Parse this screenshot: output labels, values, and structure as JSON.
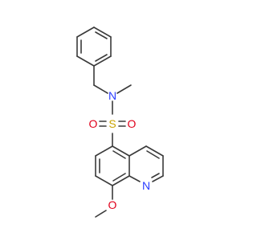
{
  "structure": {
    "atoms": [
      {
        "id": "N1",
        "label": "N",
        "color": "#2a3cff"
      },
      {
        "id": "S1",
        "label": "S",
        "color": "#c9a400"
      },
      {
        "id": "O1",
        "label": "O",
        "color": "#e0001b"
      },
      {
        "id": "O2",
        "label": "O",
        "color": "#e0001b"
      },
      {
        "id": "N2",
        "label": "N",
        "color": "#2a3cff"
      },
      {
        "id": "O3",
        "label": "O",
        "color": "#e0001b"
      }
    ],
    "bond_color": "#3a3a3a"
  }
}
